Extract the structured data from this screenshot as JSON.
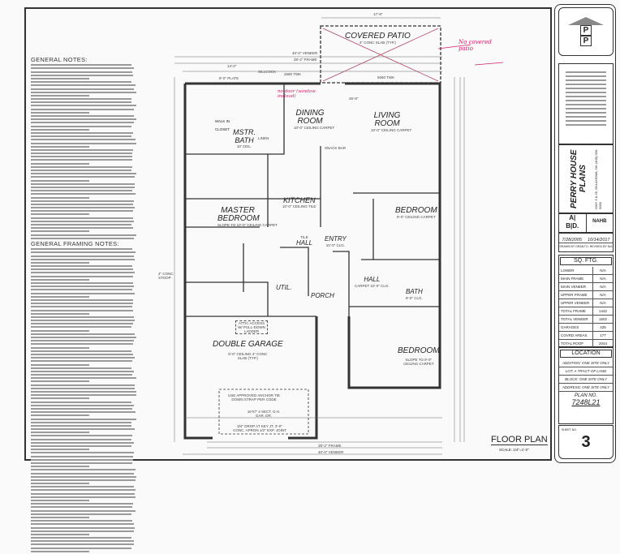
{
  "general_notes": {
    "title": "GENERAL NOTES:",
    "framing_title": "GENERAL FRAMING NOTES:"
  },
  "rooms": {
    "covered_patio": {
      "name": "COVERED PATIO",
      "note": "4\" CONC SLAB (TYP.)"
    },
    "dining": {
      "name": "DINING ROOM",
      "note": "10'-0\" CEILING CARPET"
    },
    "living": {
      "name": "LIVING ROOM",
      "note": "10'-0\" CEILING CARPET"
    },
    "mstr_bath": {
      "name": "MSTR. BATH",
      "note": "10' CEIL."
    },
    "walk_in": {
      "name": "WALK IN CLOSET"
    },
    "master": {
      "name": "MASTER BEDROOM",
      "note": "SLOPE TO 10'-0\" CEILING CARPET"
    },
    "kitchen": {
      "name": "KITCHEN",
      "note": "10'-0\" CEILING TILE"
    },
    "hall": {
      "name": "HALL",
      "note": "TILE"
    },
    "entry": {
      "name": "ENTRY",
      "note": "10'-0\" CLG."
    },
    "bedroom1": {
      "name": "BEDROOM",
      "note": "9'-0\" CEILING CARPET"
    },
    "carpet_hall": {
      "name": "HALL",
      "note": "CARPET 10'-0\" CLG."
    },
    "bath": {
      "name": "BATH",
      "note": "9'-0\" CLG."
    },
    "util": {
      "name": "UTIL."
    },
    "porch": {
      "name": "PORCH"
    },
    "garage": {
      "name": "DOUBLE GARAGE",
      "note": "9'-0\" CEILING 4\" CONC SLAB (TYP.)"
    },
    "bedroom2": {
      "name": "BEDROOM",
      "note": "SLOPE TO 9'-0\" CEILING CARPET"
    }
  },
  "tags": {
    "patio_width": "17'-8\"",
    "veneer": "40'-0\" VENEER",
    "frame": "39'-2\" FRAME",
    "plate_top": "8'-0\" PLATE",
    "sillcock": "SILLCOCK",
    "door_top": "2680 TWK",
    "window_top": "5060 TWK",
    "dim_top": "14'-0\"",
    "dim_living": "26'-8\"",
    "attic": "ATTIC ACCESS W/ PULL-DOWN LADDER",
    "garage_door": "16'X7' 4 SECT. O.H. GAR. DR.",
    "strap": "USE APPROVED ANCHOR TIE DOWN STRAP PER CODE",
    "drop": "3/4\" DROP AT KEY JT. 3'-0\" CONC. APRON 1/2\" EXP. JOINT",
    "bot_veneer": "40'-0\" VENEER",
    "bot_frame": "39'-2\" FRAME",
    "linen": "LINEN",
    "snack_bar": "SNACK BAR",
    "conc_stoop": "4\" CONC STOOP"
  },
  "markup": {
    "no_patio": "No covered patio",
    "no_door": "no door (window instead)"
  },
  "floor_plan": {
    "title": "FLOOR PLAN",
    "scale": "SCALE: 1/4\"=1'-0\""
  },
  "title_block": {
    "logo_letters": [
      "P",
      "P"
    ],
    "company": "PERRY HOUSE PLANS",
    "address": "HWY 3 & 25, OKLAHOMA, OK (405) 000-0000",
    "drawn_date": "7/28/2005",
    "revised_date": "10/14/2017",
    "drawn_by": "DRAWN BY GRANT D.",
    "revised_by": "REVISED BY N/A",
    "sqft_title": "SQ. FTG.",
    "sqft": [
      [
        "LOWER",
        "N/A"
      ],
      [
        "MAIN FRAME",
        "N/A"
      ],
      [
        "MAIN VENEER",
        "N/A"
      ],
      [
        "UPPER FRAME",
        "N/A"
      ],
      [
        "UPPER VENEER",
        "N/A"
      ],
      [
        "TOTAL FRAME",
        "1442"
      ],
      [
        "TOTAL VENEER",
        "1502"
      ],
      [
        "GARAGES",
        "425"
      ],
      [
        "COVRD AREAS",
        "177"
      ],
      [
        "TOTAL ROOF",
        "2044"
      ]
    ],
    "location_title": "LOCATION",
    "location": [
      "ADDITION: ONE SITE ONLY",
      "LOT: A TRACT OF LAND",
      "BLOCK: ONE SITE ONLY",
      "ADDRESS: ONE SITE ONLY"
    ],
    "plan_label": "PLAN NO.",
    "plan_no": "7248L21",
    "sheet_label": "SHEET NO.",
    "sheet_no": "3"
  }
}
